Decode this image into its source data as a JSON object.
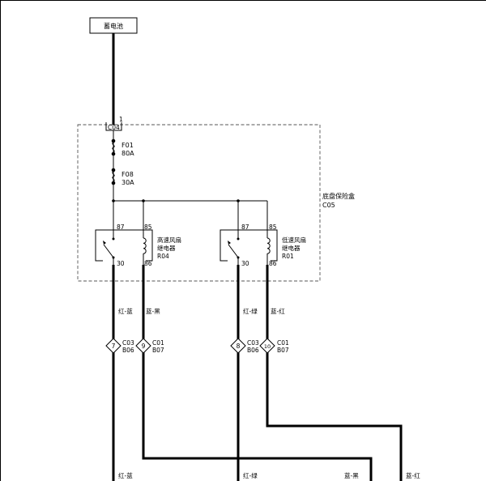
{
  "battery": {
    "label": "蓄电池"
  },
  "top_connector": {
    "pin": "1",
    "code": "C04"
  },
  "fuses": [
    {
      "name": "F01",
      "rating": "80A"
    },
    {
      "name": "F08",
      "rating": "30A"
    }
  ],
  "fuse_box": {
    "label": "底盘保险盒",
    "code": "C05"
  },
  "relays": [
    {
      "line1": "高速风扇",
      "line2": "继电器",
      "code": "R04",
      "pins": {
        "p87": "87",
        "p85": "85",
        "p30": "30",
        "p86": "86"
      }
    },
    {
      "line1": "低速风扇",
      "line2": "继电器",
      "code": "R01",
      "pins": {
        "p87": "87",
        "p85": "85",
        "p30": "30",
        "p86": "86"
      }
    }
  ],
  "wire_colors": {
    "w1": "红-蓝",
    "w2": "蓝-黑",
    "w3": "红-绿",
    "w4": "蓝-红"
  },
  "connectors": [
    {
      "pin": "7",
      "code1": "C03",
      "code2": "B06"
    },
    {
      "pin": "9",
      "code1": "C01",
      "code2": "B07"
    },
    {
      "pin": "8",
      "code1": "C03",
      "code2": "B06"
    },
    {
      "pin": "10",
      "code1": "C01",
      "code2": "B07"
    }
  ],
  "bottom_labels": {
    "b1": "红-蓝",
    "b2": "红-绿",
    "b3": "蓝-黑",
    "b4": "蓝-红"
  }
}
